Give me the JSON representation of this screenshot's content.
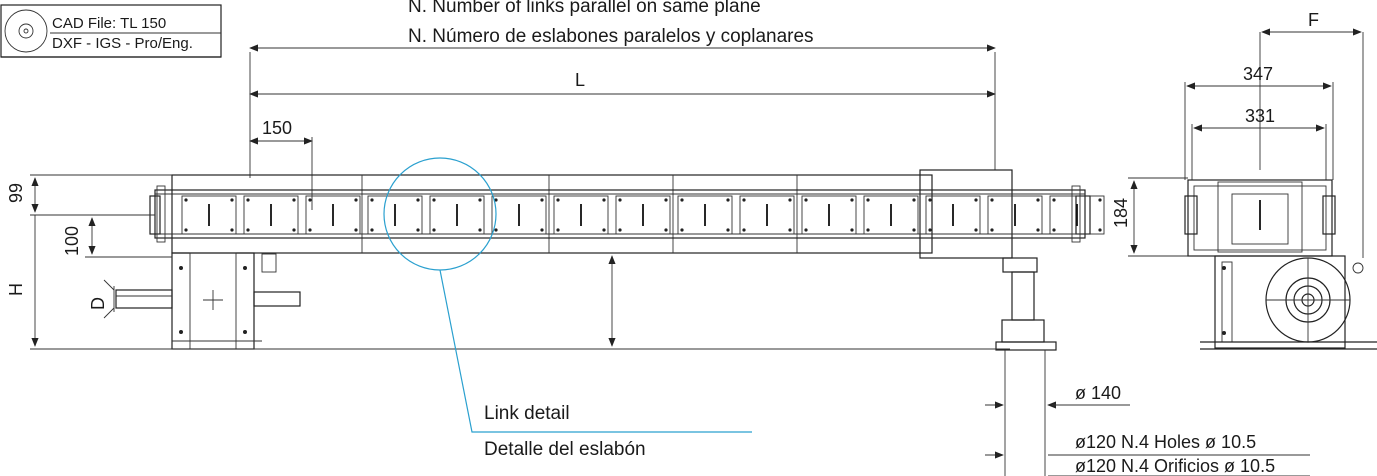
{
  "cad_box": {
    "line1": "CAD File: TL  150",
    "line2": "DXF - IGS - Pro/Eng."
  },
  "notes": {
    "parallel_en": "N. Number of links parallel on same plane",
    "parallel_es": "N. Número de eslabones paralelos y coplanares",
    "link_detail_en": "Link detail",
    "link_detail_es": "Detalle del eslabón"
  },
  "dimensions": {
    "L": "L",
    "pitch": "150",
    "h99": "99",
    "h100": "100",
    "H": "H",
    "D": "D",
    "F": "F",
    "w347": "347",
    "w331": "331",
    "h184": "184",
    "d140": "ø 140",
    "holes_en": "ø120  N.4 Holes   ø 10.5",
    "holes_es": "ø120  N.4 Orificios ø 10.5"
  }
}
